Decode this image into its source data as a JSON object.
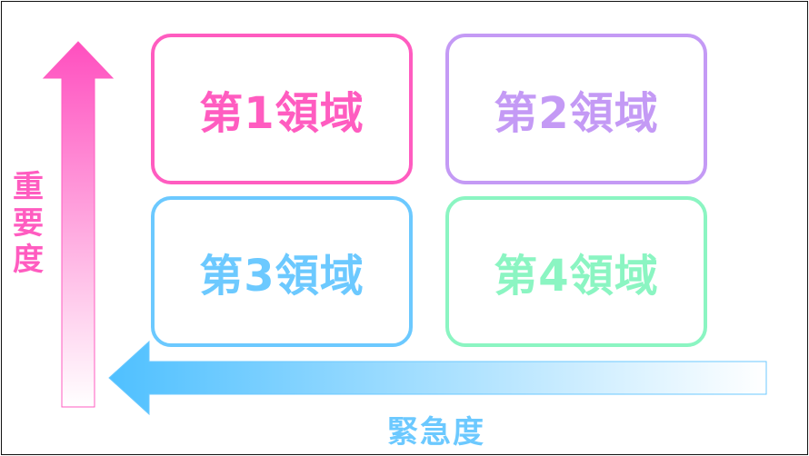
{
  "quadrants": [
    {
      "label": "第1領域",
      "color": "#ff5cc0"
    },
    {
      "label": "第2領域",
      "color": "#c49af5"
    },
    {
      "label": "第3領域",
      "color": "#6cc9ff"
    },
    {
      "label": "第4領域",
      "color": "#8bf5c2"
    }
  ],
  "y_axis": {
    "label_chars": [
      "重",
      "要",
      "度"
    ],
    "color": "#ff5cc0"
  },
  "x_axis": {
    "label": "緊急度",
    "color": "#6cc9ff"
  }
}
